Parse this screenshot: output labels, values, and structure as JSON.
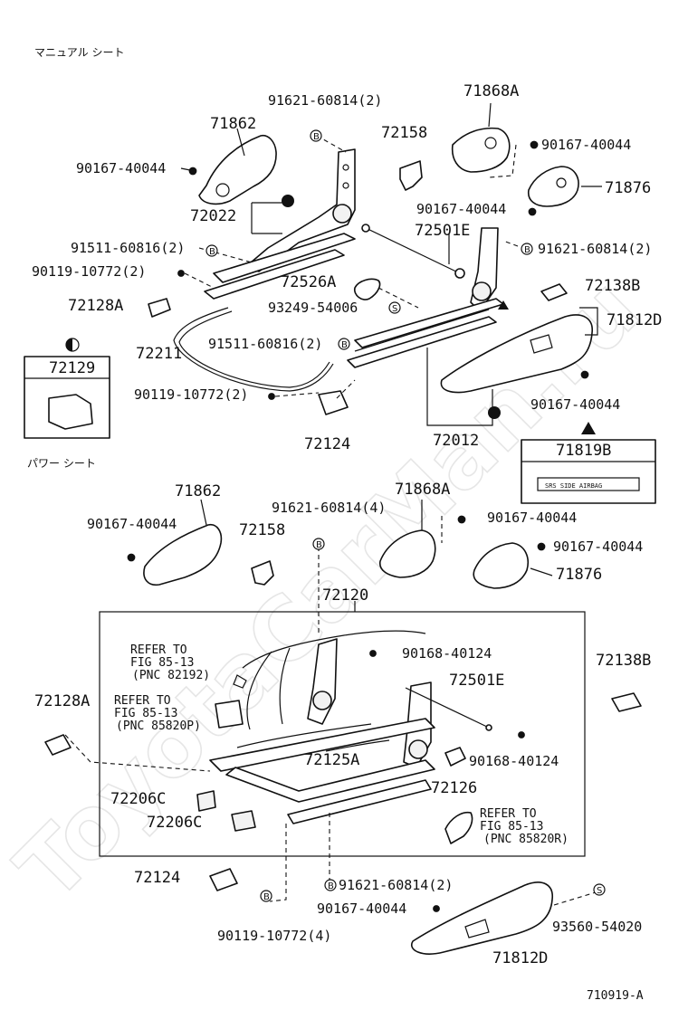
{
  "sections": {
    "manual_title": "マニュアル シート",
    "power_title": "パワー シート"
  },
  "watermark": "ToyotaCarMan.ru",
  "figure_id": "710919-A",
  "manual": {
    "p71862": "71862",
    "p90167_a": "90167-40044",
    "p91621_a": "91621-60814(2)",
    "p72158": "72158",
    "p71868A": "71868A",
    "p90167_b": "90167-40044",
    "p71876": "71876",
    "p90167_c": "90167-40044",
    "p72022": "72022",
    "p72501E": "72501E",
    "p91511_a": "91511-60816(2)",
    "p91621_b": "91621-60814(2)",
    "p90119_a": "90119-10772(2)",
    "p72526A": "72526A",
    "p72138B": "72138B",
    "p72128A": "72128A",
    "p93249": "93249-54006",
    "p71812D": "71812D",
    "p72211": "72211",
    "p91511_b": "91511-60816(2)",
    "p72129": "72129",
    "p90119_b": "90119-10772(2)",
    "p90167_d": "90167-40044",
    "p72124": "72124",
    "p72012": "72012",
    "p71819B": "71819B",
    "airbag_label": "SRS SIDE AIRBAG"
  },
  "power": {
    "p71862": "71862",
    "p91621_a": "91621-60814(4)",
    "p71868A": "71868A",
    "p90167_a": "90167-40044",
    "p72158": "72158",
    "p90167_b": "90167-40044",
    "p71876": "71876",
    "p72120": "72120",
    "ref1_a": "REFER TO",
    "ref1_b": "FIG 85-13",
    "ref1_c": "(PNC 82192)",
    "p90168_a": "90168-40124",
    "p72138B": "72138B",
    "ref2_a": "REFER TO",
    "ref2_b": "FIG 85-13",
    "ref2_c": "(PNC 85820P)",
    "p72501E": "72501E",
    "p72128A": "72128A",
    "p90168_b": "90168-40124",
    "p72125A": "72125A",
    "p72126": "72126",
    "p72206C_a": "72206C",
    "p72206C_b": "72206C",
    "ref3_a": "REFER TO",
    "ref3_b": "FIG 85-13",
    "ref3_c": "(PNC 85820R)",
    "p72124": "72124",
    "p91621_b": "91621-60814(2)",
    "p90167_c": "90167-40044",
    "p93560": "93560-54020",
    "p90119": "90119-10772(4)",
    "p71812D": "71812D"
  },
  "symbols": {
    "b": "B",
    "s": "S"
  }
}
